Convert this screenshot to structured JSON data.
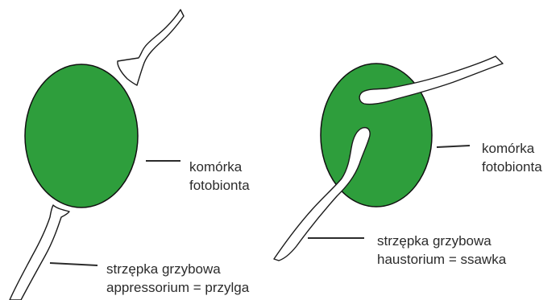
{
  "colors": {
    "cell_fill": "#2e9e3c",
    "cell_stroke": "#111111",
    "hypha_fill": "#ffffff",
    "hypha_stroke": "#1a1a1a",
    "leader_line": "#2b2b2b",
    "text": "#2b2b2b"
  },
  "left_panel": {
    "cell_label": {
      "line1": "komórka",
      "line2": "fotobionta"
    },
    "hypha_label": {
      "line1": "strzępka grzybowa",
      "line2": "appressorium = przylga"
    }
  },
  "right_panel": {
    "cell_label": {
      "line1": "komórka",
      "line2": "fotobionta"
    },
    "hypha_label": {
      "line1": "strzępka grzybowa",
      "line2": "haustorium = ssawka"
    }
  }
}
